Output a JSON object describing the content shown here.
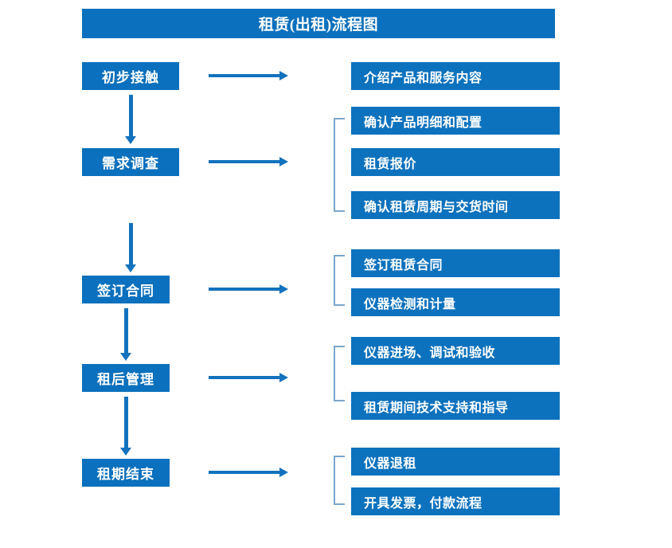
{
  "diagram": {
    "title": "租赁(出租)流程图",
    "accent_color": "#0b70bd",
    "box_color": "#0d72be",
    "arrow_color": "#1272bd",
    "bracket_color": "#7aa6cc",
    "stages": [
      {
        "label": "初步接触"
      },
      {
        "label": "需求调查"
      },
      {
        "label": "签订合同"
      },
      {
        "label": "租后管理"
      },
      {
        "label": "租期结束"
      }
    ],
    "details": [
      {
        "label": "介绍产品和服务内容"
      },
      {
        "label": "确认产品明细和配置"
      },
      {
        "label": "租赁报价"
      },
      {
        "label": "确认租赁周期与交货时间"
      },
      {
        "label": "签订租赁合同"
      },
      {
        "label": "仪器检测和计量"
      },
      {
        "label": "仪器进场、调试和验收"
      },
      {
        "label": "租赁期间技术支持和指导"
      },
      {
        "label": "仪器退租"
      },
      {
        "label": "开具发票，付款流程"
      }
    ],
    "groups": [
      {
        "name": "需求调查-group",
        "members": [
          "确认产品明细和配置",
          "租赁报价",
          "确认租赁周期与交货时间"
        ]
      },
      {
        "name": "签订合同-group",
        "members": [
          "签订租赁合同",
          "仪器检测和计量"
        ]
      },
      {
        "name": "租后管理-group",
        "members": [
          "仪器进场、调试和验收",
          "租赁期间技术支持和指导"
        ]
      },
      {
        "name": "租期结束-group",
        "members": [
          "仪器退租",
          "开具发票，付款流程"
        ]
      }
    ]
  }
}
